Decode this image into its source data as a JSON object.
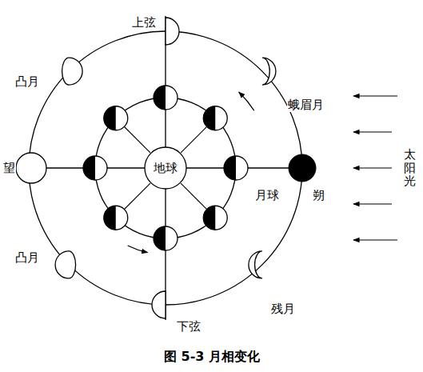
{
  "diagram": {
    "caption": "图 5-3 月相变化",
    "nodes": [
      {
        "text": [
          "地球"
        ]
      }
    ],
    "labels": [
      "上弦",
      "凸月",
      "蛾眉月",
      "太阳光",
      "望",
      "月球",
      "朔",
      "凸月",
      "残月",
      "下弦"
    ]
  }
}
